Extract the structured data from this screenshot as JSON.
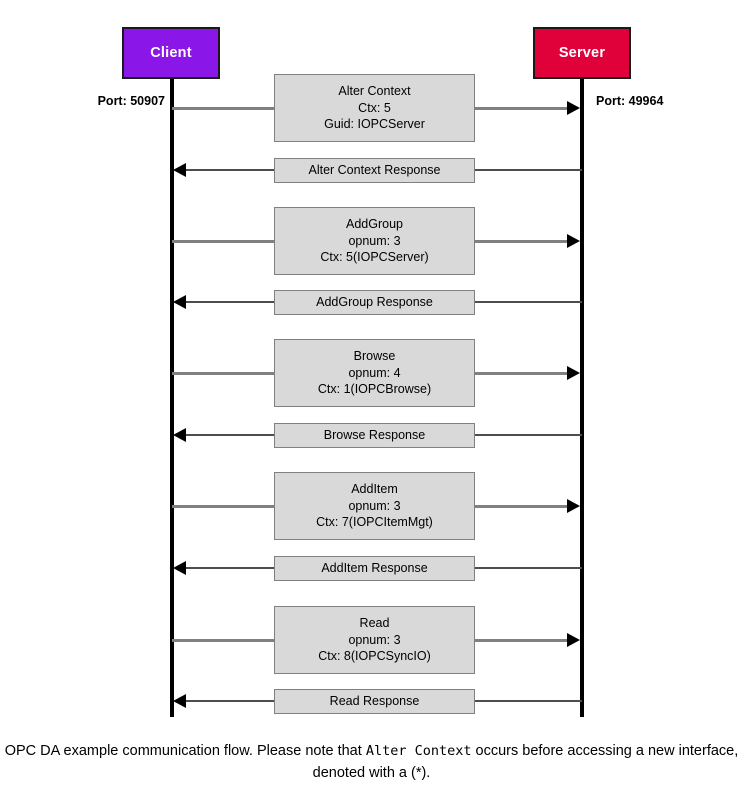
{
  "diagram": {
    "title": "OPC DA example communication flow",
    "actors": [
      {
        "id": "client",
        "label": "Client",
        "color": "#8a17e8",
        "port_label": "Port: 50907"
      },
      {
        "id": "server",
        "label": "Server",
        "color": "#e1013a",
        "port_label": "Port: 49964"
      }
    ],
    "colors": {
      "client_fill": "#8a17e8",
      "server_fill": "#e1013a",
      "actor_border": "#1a1a1a",
      "lifeline": "#000000",
      "message_fill": "#d9d9d9",
      "message_border": "#808080",
      "request_line": "#808080",
      "response_line": "#4d4d4d",
      "arrowhead": "#000000",
      "text": "#000000"
    },
    "messages": [
      {
        "kind": "request",
        "direction": "client-to-server",
        "lines": [
          "Alter Context",
          "Ctx: 5",
          "Guid: IOPCServer"
        ]
      },
      {
        "kind": "response",
        "direction": "server-to-client",
        "lines": [
          "Alter Context Response"
        ]
      },
      {
        "kind": "request",
        "direction": "client-to-server",
        "lines": [
          "AddGroup",
          "opnum: 3",
          "Ctx: 5(IOPCServer)"
        ]
      },
      {
        "kind": "response",
        "direction": "server-to-client",
        "lines": [
          "AddGroup Response"
        ]
      },
      {
        "kind": "request",
        "direction": "client-to-server",
        "lines": [
          "Browse",
          "opnum: 4",
          "Ctx: 1(IOPCBrowse)"
        ]
      },
      {
        "kind": "response",
        "direction": "server-to-client",
        "lines": [
          "Browse Response"
        ]
      },
      {
        "kind": "request",
        "direction": "client-to-server",
        "lines": [
          "AddItem",
          "opnum: 3",
          "Ctx: 7(IOPCItemMgt)"
        ]
      },
      {
        "kind": "response",
        "direction": "server-to-client",
        "lines": [
          "AddItem Response"
        ]
      },
      {
        "kind": "request",
        "direction": "client-to-server",
        "lines": [
          "Read",
          "opnum: 3",
          "Ctx: 8(IOPCSyncIO)"
        ]
      },
      {
        "kind": "response",
        "direction": "server-to-client",
        "lines": [
          "Read Response"
        ]
      }
    ],
    "caption": {
      "part1": "OPC DA example communication flow. Please note that ",
      "mono": "Alter Context",
      "part2": " occurs before accessing a new interface, denoted with a (*)."
    }
  }
}
